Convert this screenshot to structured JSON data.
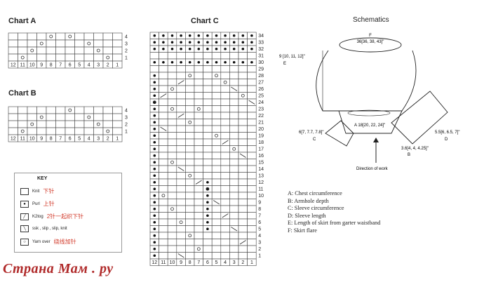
{
  "chart_a": {
    "title": "Chart A",
    "row_numbers": [
      "4",
      "3",
      "2",
      "1"
    ],
    "col_numbers": [
      "12",
      "11",
      "10",
      "9",
      "8",
      "7",
      "6",
      "5",
      "4",
      "3",
      "2",
      "1"
    ],
    "rows": [
      [
        "",
        "",
        "",
        "",
        "o",
        "",
        "o",
        "",
        "",
        "",
        "",
        ""
      ],
      [
        "",
        "",
        "",
        "o",
        "",
        "",
        "",
        "",
        "o",
        "",
        "",
        ""
      ],
      [
        "",
        "",
        "o",
        "",
        "",
        "",
        "",
        "",
        "",
        "o",
        "",
        ""
      ],
      [
        "",
        "o",
        "",
        "",
        "",
        "",
        "",
        "",
        "",
        "",
        "o",
        ""
      ]
    ]
  },
  "chart_b": {
    "title": "Chart B",
    "row_numbers": [
      "4",
      "3",
      "2",
      "1"
    ],
    "col_numbers": [
      "12",
      "11",
      "10",
      "9",
      "8",
      "7",
      "6",
      "5",
      "4",
      "3",
      "2",
      "1"
    ],
    "rows": [
      [
        "",
        "",
        "",
        "",
        "",
        "",
        "o",
        "",
        "",
        "",
        "",
        ""
      ],
      [
        "",
        "",
        "",
        "o",
        "",
        "",
        "",
        "",
        "o",
        "",
        "",
        ""
      ],
      [
        "",
        "",
        "o",
        "",
        "",
        "",
        "",
        "",
        "",
        "o",
        "",
        ""
      ],
      [
        "",
        "o",
        "",
        "",
        "",
        "",
        "",
        "",
        "",
        "",
        "o",
        ""
      ]
    ]
  },
  "chart_c": {
    "title": "Chart C",
    "col_numbers": [
      "12",
      "11",
      "10",
      "9",
      "8",
      "7",
      "6",
      "5",
      "4",
      "3",
      "2",
      "1"
    ],
    "row_numbers": [
      "34",
      "33",
      "32",
      "31",
      "30",
      "29",
      "28",
      "27",
      "26",
      "25",
      "24",
      "23",
      "22",
      "21",
      "20",
      "19",
      "18",
      "17",
      "16",
      "15",
      "14",
      "13",
      "12",
      "11",
      "10",
      "9",
      "8",
      "7",
      "6",
      "5",
      "4",
      "3",
      "2",
      "1"
    ]
  },
  "key": {
    "title": "KEY",
    "items": [
      {
        "label": "Knit",
        "cn": "下针",
        "symbol": "blank"
      },
      {
        "label": "Purl",
        "cn": "上针",
        "symbol": "dot"
      },
      {
        "label": "K2tog",
        "cn": "2针一起织下针",
        "symbol": "k2tog"
      },
      {
        "label": "ssk , slip , slip, knit",
        "cn": "",
        "symbol": "ssk"
      },
      {
        "label": "Yarn over",
        "cn": "绕线加针",
        "symbol": "yo"
      }
    ]
  },
  "schematics": {
    "title": "Schematics",
    "f_label": "F",
    "f_value": "36[36, 38, 43]\"",
    "e_value": "9 [10, 11, 12]\"",
    "e_label": "E",
    "a_value": "A  18[20, 22, 24]\"",
    "c_value": "6[7, 7.7, 7.8]\"",
    "c_label": "C",
    "b_value": "3.6[4, 4, 4.25]\"",
    "b_label": "B",
    "d_value": "5.5[6, 6.5, 7]\"",
    "d_label": "D",
    "direction": "Direction of work"
  },
  "legend": [
    "A: Chest circumference",
    "B: Armhole depth",
    "C: Sleeve circumference",
    "D: Sleeve length",
    "E: Length of skirt from garter waistband",
    "F: Skirt flare"
  ],
  "footer": "Страна Мам . ру"
}
